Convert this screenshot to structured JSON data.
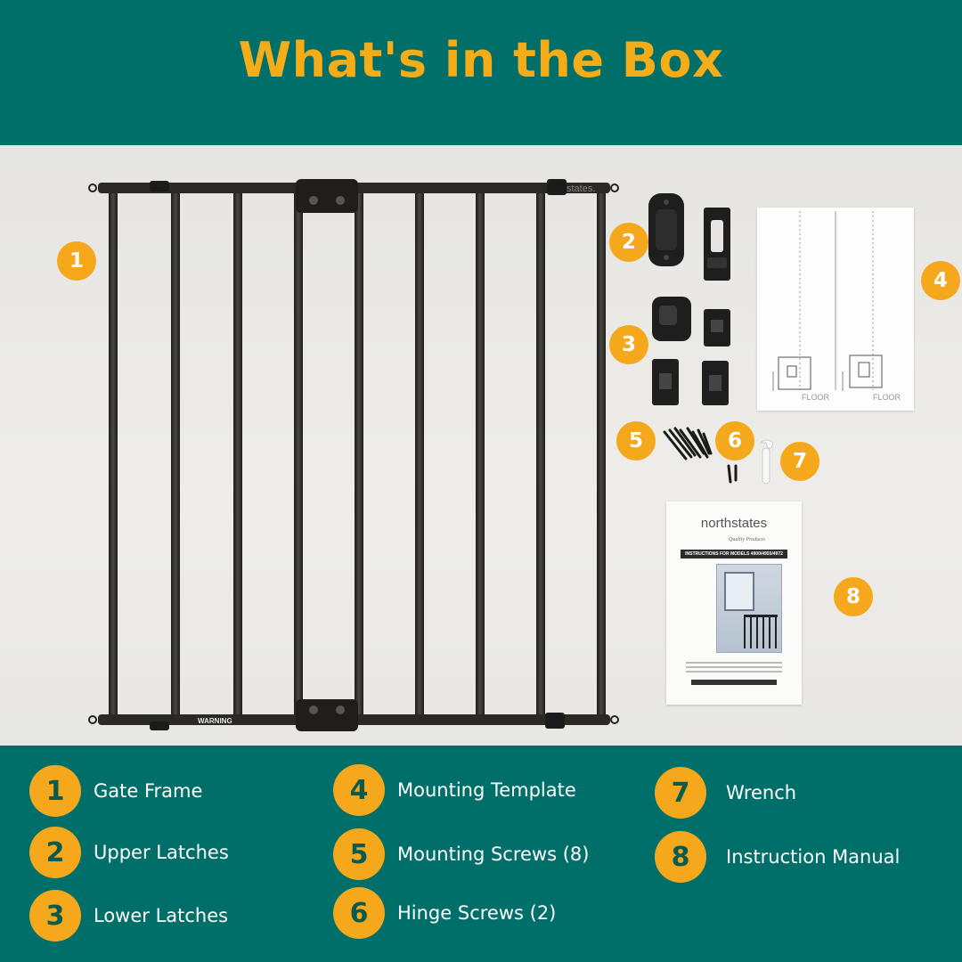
{
  "header": {
    "title": "What's in the Box"
  },
  "photo": {
    "gate_brand": "states.",
    "gate_warning": "WARNING",
    "template_label": "FLOOR",
    "manual": {
      "brand": "northstates",
      "tagline": "Quality Products",
      "title_bar": "INSTRUCTIONS FOR MODELS 4900/4955/4972"
    },
    "badges": [
      "1",
      "2",
      "3",
      "4",
      "5",
      "6",
      "7",
      "8"
    ]
  },
  "legend": {
    "items": [
      {
        "number": "1",
        "label": "Gate Frame"
      },
      {
        "number": "2",
        "label": "Upper Latches"
      },
      {
        "number": "3",
        "label": "Lower Latches"
      },
      {
        "number": "4",
        "label": "Mounting Template"
      },
      {
        "number": "5",
        "label": "Mounting Screws (8)"
      },
      {
        "number": "6",
        "label": "Hinge Screws (2)"
      },
      {
        "number": "7",
        "label": "Wrench"
      },
      {
        "number": "8",
        "label": "Instruction Manual"
      }
    ]
  },
  "colors": {
    "teal": "#006f6a",
    "accent": "#f5a81c",
    "title": "#f4ad18"
  }
}
